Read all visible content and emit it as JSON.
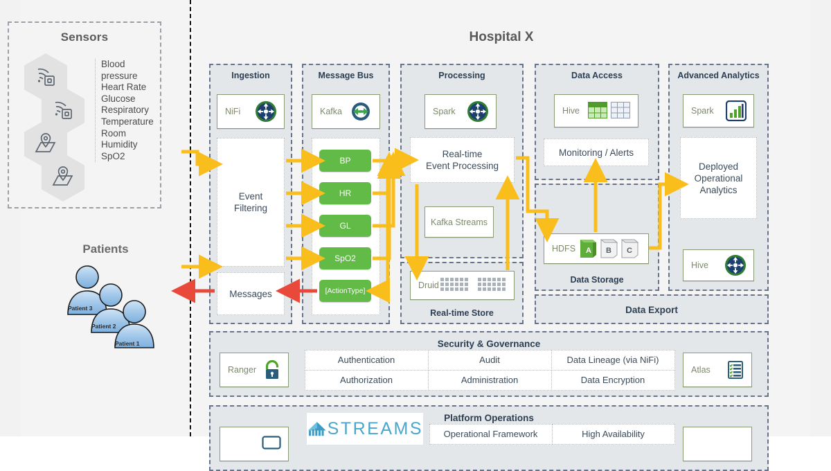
{
  "header": {
    "title": "Hospital X"
  },
  "left": {
    "sensors": {
      "title": "Sensors",
      "items": [
        "Blood pressure",
        "Heart Rate",
        "Glucose",
        "Respiratory",
        "Temperature",
        "Room Humidity",
        "SpO2"
      ],
      "icons": [
        "sensor-signal-icon",
        "sensor-signal-icon",
        "map-pin-icon",
        "map-pin-icon"
      ]
    },
    "patients": {
      "title": "Patients",
      "labels": [
        "Patient 3",
        "Patient 2",
        "Patient 1"
      ]
    }
  },
  "columns": {
    "ingestion": {
      "title": "Ingestion",
      "product": {
        "name": "NiFi",
        "icon": "nifi-icon"
      },
      "event_filtering": "Event\nFiltering",
      "event_filtering_line1": "Event",
      "event_filtering_line2": "Filtering",
      "messages": "Messages"
    },
    "message_bus": {
      "title": "Message Bus",
      "product": {
        "name": "Kafka",
        "icon": "kafka-icon"
      },
      "topics": [
        "BP",
        "HR",
        "GL",
        "SpO2",
        "[ActionType]"
      ]
    },
    "processing": {
      "title": "Processing",
      "product": {
        "name": "Spark",
        "icon": "spark-icon"
      },
      "realtime_line1": "Real-time",
      "realtime_line2": "Event Processing",
      "kafka_streams": "Kafka Streams"
    },
    "realtime_store": {
      "title": "Real-time Store",
      "product": {
        "name": "Druid",
        "icon": "druid-grid-icon"
      }
    },
    "data_access": {
      "title": "Data Access",
      "product": {
        "name": "Hive",
        "icon": "hive-table-icon"
      },
      "monitoring": "Monitoring / Alerts"
    },
    "data_storage": {
      "title": "Data Storage",
      "product": {
        "name": "HDFS",
        "icon": "hdfs-blocks-icon"
      },
      "blocks": [
        "A",
        "B",
        "C"
      ]
    },
    "advanced_analytics": {
      "title": "Advanced Analytics",
      "product_top": {
        "name": "Spark",
        "icon": "spark-chart-icon"
      },
      "deployed_line1": "Deployed",
      "deployed_line2": "Operational",
      "deployed_line3": "Analytics",
      "product_bottom": {
        "name": "Hive",
        "icon": "hive-arrows-icon"
      }
    },
    "data_export": {
      "title": "Data Export"
    }
  },
  "security": {
    "title": "Security & Governance",
    "left_product": {
      "name": "Ranger",
      "icon": "lock-icon"
    },
    "right_product": {
      "name": "Atlas",
      "icon": "checklist-icon"
    },
    "cells": [
      "Authentication",
      "Audit",
      "Data Lineage (via NiFi)",
      "Authorization",
      "Administration",
      "Data Encryption"
    ]
  },
  "platform_ops": {
    "title": "Platform Operations",
    "logo_text": "STREAMS",
    "cells": [
      "Operational Framework",
      "High Availability"
    ]
  },
  "colors": {
    "arrow_yellow": "#f9bd1c",
    "arrow_red": "#e8493a",
    "topic_green": "#62bb46",
    "panel_gray": "#e4e7ea",
    "group_border": "#66738a",
    "title_navy": "#2c3e52",
    "page_bg": "#f4f4f4"
  }
}
